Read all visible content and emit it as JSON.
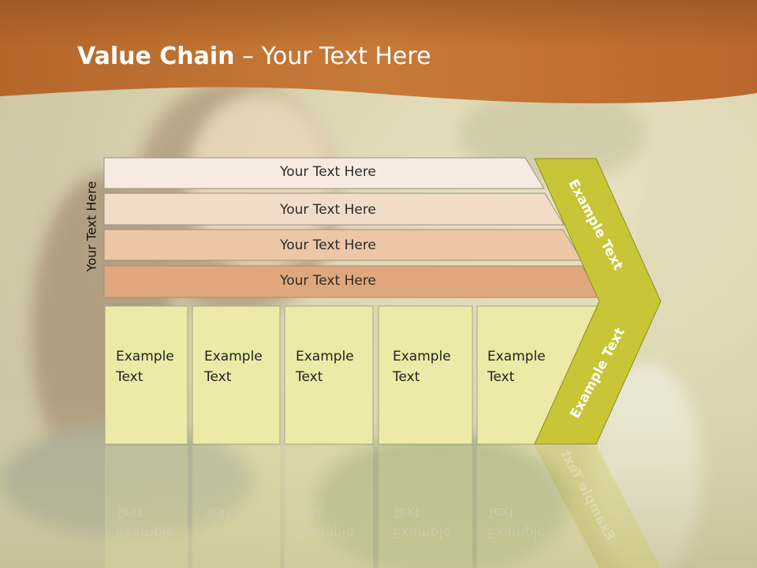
{
  "title": {
    "bold": "Value Chain",
    "rest": " – Your Text Here"
  },
  "side_label": "Your Text Here",
  "bands": [
    {
      "label": "Your Text Here",
      "color": "#f7ebe1"
    },
    {
      "label": "Your Text Here",
      "color": "#f2dcc8"
    },
    {
      "label": "Your Text Here",
      "color": "#ecc6a6"
    },
    {
      "label": "Your Text Here",
      "color": "#e0a77c"
    }
  ],
  "boxes": [
    {
      "line1": "Example",
      "line2": "Text"
    },
    {
      "line1": "Example",
      "line2": "Text"
    },
    {
      "line1": "Example",
      "line2": "Text"
    },
    {
      "line1": "Example",
      "line2": "Text"
    },
    {
      "line1": "Example",
      "line2": "Text"
    }
  ],
  "arrow": {
    "upper": "Example Text",
    "lower": "Example Text"
  },
  "colors": {
    "header": "#c27531",
    "accent": "#c8c536",
    "box": "#eceaa6"
  }
}
